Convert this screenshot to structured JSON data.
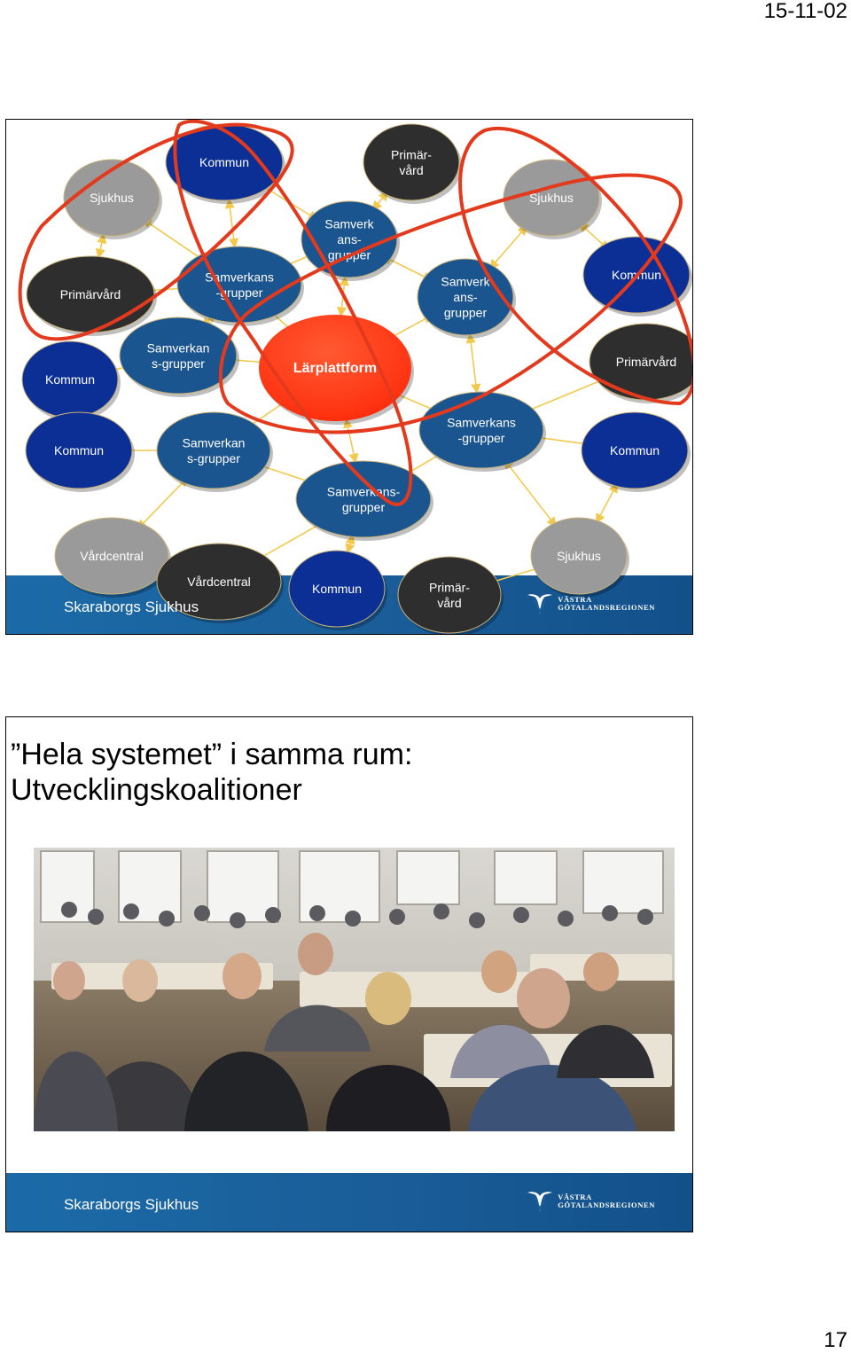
{
  "header": {
    "date": "15-11-02"
  },
  "page_number": "17",
  "slide1": {
    "nodes": [
      {
        "id": "sjukhus-1",
        "label": "Sjukhus",
        "type": "gray"
      },
      {
        "id": "kommun-1",
        "label": "Kommun",
        "type": "blue"
      },
      {
        "id": "primarvard-1",
        "label": "Primär-\nvård",
        "type": "dark"
      },
      {
        "id": "sjukhus-2",
        "label": "Sjukhus",
        "type": "gray"
      },
      {
        "id": "samverk-1",
        "label": "Samverk\nans-\ngrupper",
        "type": "mid"
      },
      {
        "id": "samverkans-1",
        "label": "Samverkans\n-grupper",
        "type": "mid"
      },
      {
        "id": "primarvard-2",
        "label": "Primärvård",
        "type": "dark"
      },
      {
        "id": "samverk-2",
        "label": "Samverk\nans-\ngrupper",
        "type": "mid"
      },
      {
        "id": "kommun-2",
        "label": "Kommun",
        "type": "blue"
      },
      {
        "id": "samverkan-1",
        "label": "Samverkan\ns-grupper",
        "type": "mid"
      },
      {
        "id": "kommun-3",
        "label": "Kommun",
        "type": "blue"
      },
      {
        "id": "larplattform",
        "label": "Lärplattform",
        "type": "red"
      },
      {
        "id": "primarvard-3",
        "label": "Primärvård",
        "type": "dark"
      },
      {
        "id": "kommun-4",
        "label": "Kommun",
        "type": "blue"
      },
      {
        "id": "samverkan-2",
        "label": "Samverkan\ns-grupper",
        "type": "mid"
      },
      {
        "id": "samverkans-2",
        "label": "Samverkans\n-grupper",
        "type": "mid"
      },
      {
        "id": "kommun-5",
        "label": "Kommun",
        "type": "blue"
      },
      {
        "id": "samverkans-3",
        "label": "Samverkans-\ngrupper",
        "type": "mid"
      },
      {
        "id": "vardcentral-1",
        "label": "Vårdcentral",
        "type": "gray"
      },
      {
        "id": "sjukhus-3",
        "label": "Sjukhus",
        "type": "gray"
      },
      {
        "id": "vardcentral-2",
        "label": "Vårdcentral",
        "type": "dark"
      },
      {
        "id": "kommun-6",
        "label": "Kommun",
        "type": "blue"
      },
      {
        "id": "primarvard-4",
        "label": "Primär-\nvård",
        "type": "dark"
      }
    ],
    "colors": {
      "gray": "#9a9a9a",
      "blue": "#0c2f96",
      "mid": "#1a5590",
      "dark": "#2e2e2e",
      "red": "#ff2b0a",
      "loop": "#e33a1d",
      "arrow": "#f2c94c"
    },
    "footer": "Skaraborgs Sjukhus"
  },
  "slide2": {
    "title": "”Hela systemet” i samma rum:\nUtvecklingskoalitioner",
    "footer": "Skaraborgs Sjukhus"
  },
  "logo": {
    "line1": "VÄSTRA",
    "line2": "GÖTALANDSREGIONEN"
  }
}
